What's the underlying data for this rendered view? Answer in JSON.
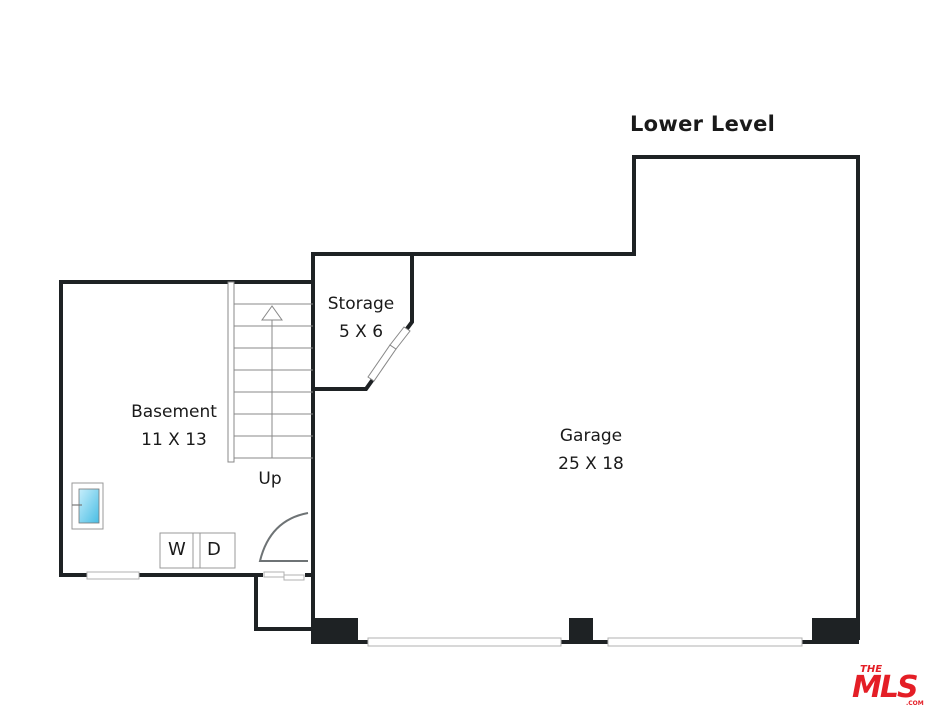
{
  "title": "Lower Level",
  "rooms": {
    "storage": {
      "name": "Storage",
      "dims": "5 X 6"
    },
    "basement": {
      "name": "Basement",
      "dims": "11 X 13"
    },
    "garage": {
      "name": "Garage",
      "dims": "25 X 18"
    }
  },
  "stairs": {
    "label": "Up"
  },
  "appliances": {
    "washer": "W",
    "dryer": "D"
  },
  "logo": {
    "top": "THE",
    "main": "MLS",
    "suffix": ".COM"
  },
  "colors": {
    "wall": "#1e2224",
    "sink": "#7fd3ee",
    "logo": "#e41e26"
  }
}
